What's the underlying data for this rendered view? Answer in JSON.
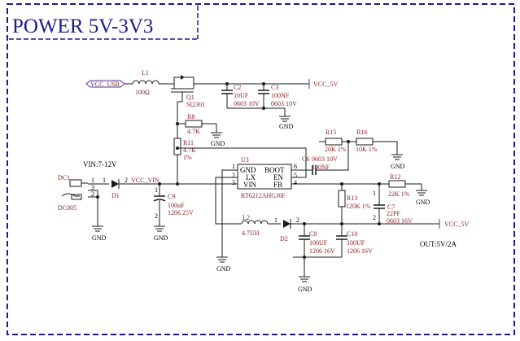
{
  "title": "POWER 5V-3V3",
  "nets": {
    "vcc_usb": "VCC_USB",
    "vcc_5v_top": "VCC_5V",
    "vcc_5v_out": "VCC_5V",
    "vcc_vin": "VCC_VIN",
    "vin_label": "VIN:7-12V",
    "out_label": "OUT:5V/2A"
  },
  "gnd": "GND",
  "components": {
    "l1": {
      "ref": "L1",
      "value": "100Ω"
    },
    "q1": {
      "ref": "Q1",
      "value": "SI2301"
    },
    "c2": {
      "ref": "C2",
      "value": "10UF",
      "spec": "0603 10V"
    },
    "c3": {
      "ref": "C3",
      "value": "100NF",
      "spec": "0603 10V"
    },
    "r8": {
      "ref": "R8",
      "value": "4.7K"
    },
    "r11": {
      "ref": "R11",
      "value": "4.7K",
      "tol": "1%"
    },
    "r15": {
      "ref": "R15",
      "value": "20K 1%"
    },
    "r16": {
      "ref": "R16",
      "value": "10K 1%"
    },
    "u3": {
      "ref": "U3",
      "part": "RT6212AHGJ6F",
      "pins": {
        "gnd": "GND",
        "boot": "BOOT",
        "lx": "LX",
        "en": "EN",
        "vin": "VIN",
        "fb": "FB"
      }
    },
    "c6": {
      "ref": "C6",
      "value": "0603 10V",
      "spec": "100NF"
    },
    "r12": {
      "ref": "R12",
      "value": "22K 1%"
    },
    "r13": {
      "ref": "R13",
      "value": "120K 1%"
    },
    "c7": {
      "ref": "C7",
      "value": "22PF",
      "spec": "0603 16V"
    },
    "dc1": {
      "ref": "DC1",
      "part": "DC005"
    },
    "d1": {
      "ref": "D1"
    },
    "d2": {
      "ref": "D2"
    },
    "c9": {
      "ref": "C9",
      "value": "100uF",
      "spec": "1206 25V"
    },
    "l2": {
      "ref": "L2",
      "value": "4.7UH"
    },
    "c8": {
      "ref": "C8",
      "value": "100UF",
      "spec": "1206 16V"
    },
    "c10": {
      "ref": "C10",
      "value": "100UF",
      "spec": "1206 16V"
    }
  },
  "pin_numbers": {
    "one": "1",
    "two": "2",
    "three": "3",
    "four": "4",
    "five": "5",
    "six": "6"
  },
  "colors": {
    "frame": "#1e1a8a",
    "label": "#8a1f1f",
    "wire": "#1a1a1a"
  }
}
